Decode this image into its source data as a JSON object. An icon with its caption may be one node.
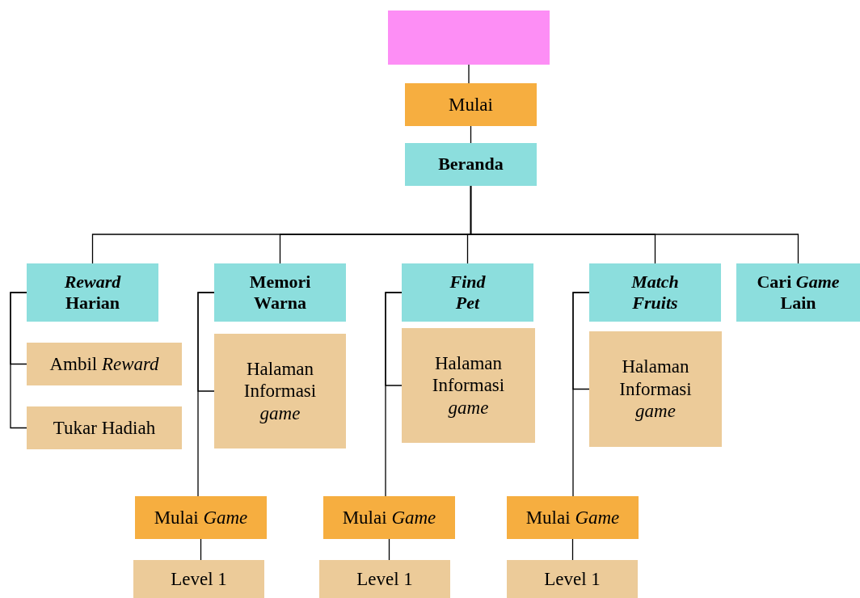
{
  "diagram": {
    "nodes": [
      {
        "text": [],
        "shape": "box"
      },
      {
        "text": [
          "Mulai"
        ]
      },
      {
        "text": [
          "Beranda"
        ]
      },
      {
        "text": [
          "*Reward* Harian"
        ]
      },
      {
        "text": [
          "Ambil *Reward*"
        ]
      },
      {
        "text": [
          "Tukar Hadiah"
        ]
      },
      {
        "text": [
          "Memori Warna"
        ]
      },
      {
        "text": [
          "Halaman Informasi *game*"
        ]
      },
      {
        "text": [
          "Mulai *Game*"
        ]
      },
      {
        "text": [
          "Level 1"
        ]
      },
      {
        "text": [
          "*Find Pet*"
        ]
      },
      {
        "text": [
          "Halaman Informasi *game*"
        ]
      },
      {
        "text": [
          "Mulai *Game*"
        ]
      },
      {
        "text": [
          "Level 1"
        ]
      },
      {
        "text": [
          "*Match Fruits*"
        ]
      },
      {
        "text": [
          "Halaman Informasi *game*"
        ]
      },
      {
        "text": [
          "Mulai *Game*"
        ]
      },
      {
        "text": [
          "Level 1"
        ]
      },
      {
        "text": [
          "Cari *Game* Lain"
        ]
      }
    ],
    "edges": [
      {
        "from": 0,
        "to": 1,
        "arrow": "none"
      },
      {
        "from": 1,
        "to": 2,
        "arrow": "none"
      },
      {
        "from": 2,
        "to": 3,
        "arrow": "none"
      },
      {
        "from": 2,
        "to": 6,
        "arrow": "none"
      },
      {
        "from": 2,
        "to": 10,
        "arrow": "none"
      },
      {
        "from": 2,
        "to": 14,
        "arrow": "none"
      },
      {
        "from": 2,
        "to": 18,
        "arrow": "none"
      },
      {
        "from": 3,
        "to": 4,
        "arrow": "none"
      },
      {
        "from": 3,
        "to": 5,
        "arrow": "none"
      },
      {
        "from": 6,
        "to": 7,
        "arrow": "none"
      },
      {
        "from": 6,
        "to": 8,
        "arrow": "none"
      },
      {
        "from": 8,
        "to": 9,
        "arrow": "none"
      },
      {
        "from": 10,
        "to": 11,
        "arrow": "none"
      },
      {
        "from": 10,
        "to": 12,
        "arrow": "none"
      },
      {
        "from": 12,
        "to": 13,
        "arrow": "none"
      },
      {
        "from": 14,
        "to": 15,
        "arrow": "none"
      },
      {
        "from": 14,
        "to": 16,
        "arrow": "none"
      },
      {
        "from": 16,
        "to": 17,
        "arrow": "none"
      }
    ]
  }
}
